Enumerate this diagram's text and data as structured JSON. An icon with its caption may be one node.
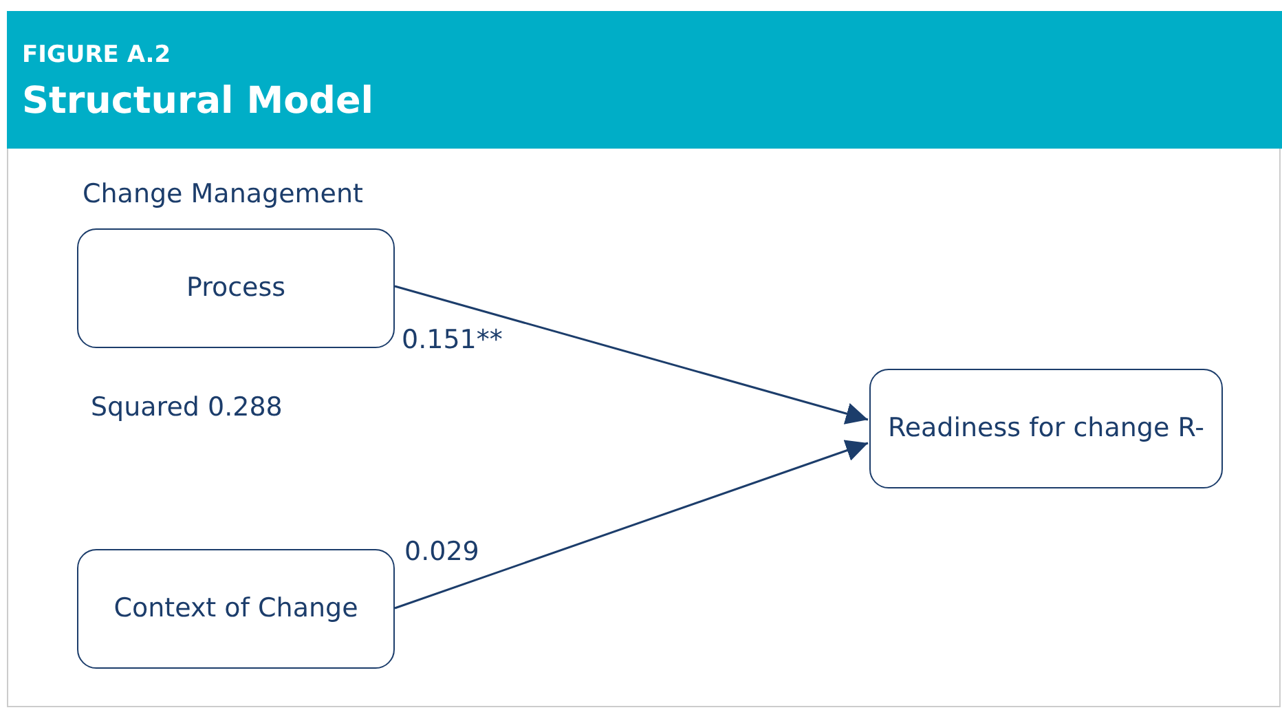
{
  "diagram": {
    "title": "Structural Model",
    "nodes": [
      {
        "text": [
          "Process"
        ]
      },
      {
        "text": [
          "Context of Change"
        ]
      },
      {
        "text": [
          "Readiness for change R-"
        ]
      }
    ],
    "edges": [
      {
        "from": 0,
        "to": 2,
        "arrow": "to",
        "label": "0.151**"
      },
      {
        "from": 1,
        "to": 2,
        "arrow": "to",
        "label": "0.029"
      }
    ],
    "labels": [
      "FIGURE A.2",
      "Change Management",
      "Squared 0.288"
    ]
  }
}
